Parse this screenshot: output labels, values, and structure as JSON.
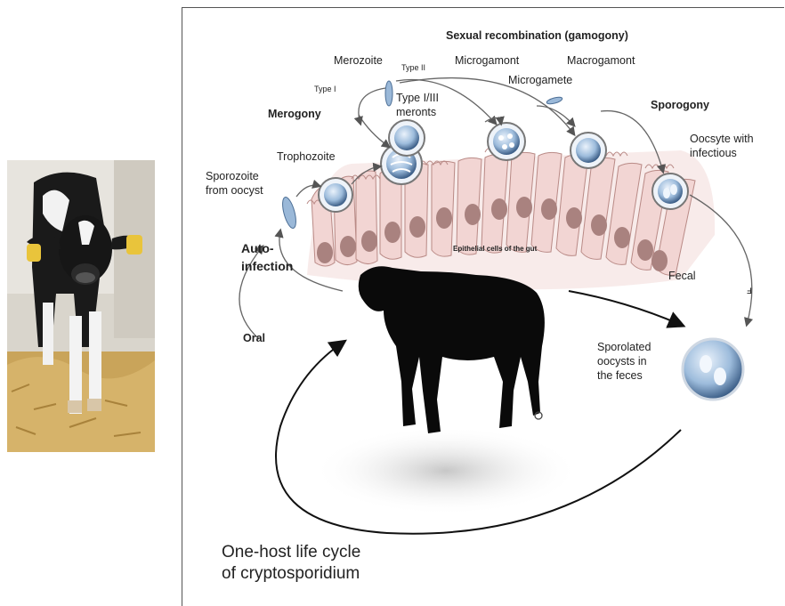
{
  "labels": {
    "sexual_recombination": "Sexual recombination (gamogony)",
    "merozoite": "Merozoite",
    "type_ii": "Type II",
    "type_i": "Type I",
    "microgamont": "Microgamont",
    "macrogamont": "Macrogamont",
    "microgamete": "Microgamete",
    "type_i_iii_meronts_line1": "Type I/III",
    "type_i_iii_meronts_line2": "meronts",
    "merogony": "Merogony",
    "sporogony": "Sporogony",
    "trophozoite": "Trophozoite",
    "oocyte_line1": "Oocsyte with",
    "oocyte_line2": "infectious",
    "sporozoite_line1": "Sporozoite",
    "sporozoite_line2": "from oocyst",
    "epithelial_cells": "Epithelial cells of the gut",
    "autoinfection_line1": "Auto-",
    "autoinfection_line2": "infection",
    "fecal": "Fecal",
    "oral": "Oral",
    "sporolated_line1": "Sporolated",
    "sporolated_line2": "oocysts in",
    "sporolated_line3": "the feces",
    "title_line1": "One-host life cycle",
    "title_line2": "of cryptosporidium",
    "stray_mark": "ⅎ"
  },
  "colors": {
    "epithelium_fill": "#f1d3d1",
    "epithelium_stroke": "#b98a86",
    "nucleus": "#a9827f",
    "parasite_blue": "#8fb2d8",
    "parasite_dark": "#4d6f96",
    "arrow": "#666666",
    "calf": "#0a0a0a"
  }
}
